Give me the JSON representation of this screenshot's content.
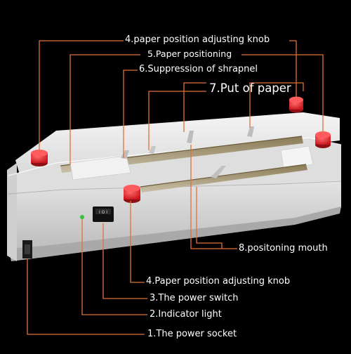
{
  "labels": {
    "knob_top": "4.paper position adjusting knob",
    "positioning": "5.Paper positioning",
    "shrapnel": "6.Suppression of shrapnel",
    "put_paper": "7.Put of paper",
    "mouth": "8.positoning mouth",
    "knob_bottom": "4.Paper position adjusting knob",
    "switch": "3.The power switch",
    "indicator": "2.Indicator light",
    "socket": "1.The power socket"
  },
  "switch_marking": "I O I",
  "colors": {
    "background": "#000000",
    "body": "#e8e8e8",
    "leader_line": "#e0703a",
    "knob": "#e0232a",
    "indicator": "#35c23a"
  }
}
